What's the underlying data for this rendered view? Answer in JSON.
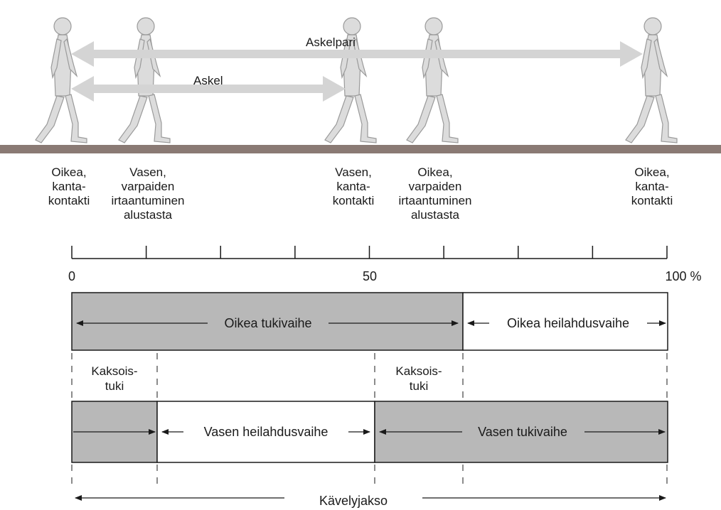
{
  "top": {
    "askelpari_label": "Askelpari",
    "askel_label": "Askel",
    "events": [
      {
        "lines": [
          "Oikea,",
          "kanta-",
          "kontakti"
        ]
      },
      {
        "lines": [
          "Vasen,",
          "varpaiden",
          "irtaantuminen",
          "alustasta"
        ]
      },
      {
        "lines": [
          "Vasen,",
          "kanta-",
          "kontakti"
        ]
      },
      {
        "lines": [
          "Oikea,",
          "varpaiden",
          "irtaantuminen",
          "alustasta"
        ]
      },
      {
        "lines": [
          "Oikea,",
          "kanta-",
          "kontakti"
        ]
      }
    ]
  },
  "scale": {
    "label_0": "0",
    "label_50": "50",
    "label_100": "100 %"
  },
  "phases": {
    "right_stance": "Oikea tukivaihe",
    "right_swing": "Oikea heilahdusvaihe",
    "double_support_1": [
      "Kaksois-",
      "tuki"
    ],
    "double_support_2": [
      "Kaksois-",
      "tuki"
    ],
    "left_swing": "Vasen heilahdusvaihe",
    "left_stance": "Vasen tukivaihe",
    "gait_cycle": "Kävelyjakso"
  },
  "colors": {
    "bar_fill": "#b8b8b8",
    "ground": "#8a7a74",
    "figure": "#dcdcdc",
    "arrow_light": "#d4d4d4"
  }
}
